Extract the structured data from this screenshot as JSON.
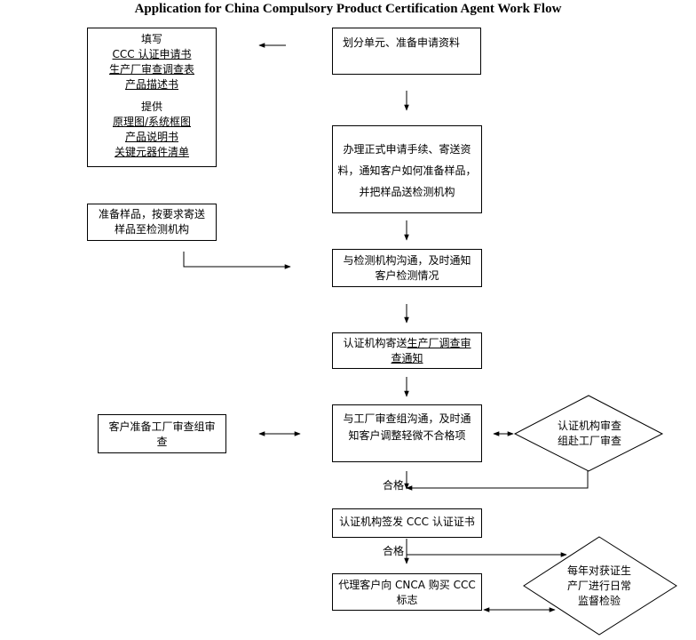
{
  "title": "Application for China Compulsory Product Certification Agent Work Flow",
  "left_form": {
    "heading_fill": "填写",
    "fill_items": [
      "CCC 认证申请书",
      "生产厂审查调查表",
      "产品描述书"
    ],
    "heading_provide": "提供",
    "provide_items": [
      "原理图/系统框图",
      "产品说明书",
      "关键元器件清单"
    ]
  },
  "left_sample": [
    "准备样品，按要求寄送",
    "样品至检测机构"
  ],
  "left_audit": [
    "客户准备工厂审查组审",
    "查"
  ],
  "steps": {
    "s1": [
      "划分单元、准备申请资料"
    ],
    "s2": [
      "办理正式申请手续、寄送资",
      "料，通知客户如何准备样品，",
      "并把样品送检测机构"
    ],
    "s3": [
      "与检测机构沟通，及时通知",
      "客户检测情况"
    ],
    "s4_prefix": "认证机构寄送",
    "s4_underlined": "生产厂调查审",
    "s4_line2": "查通知",
    "s5": [
      "与工厂审查组沟通，及时通",
      "知客户调整轻微不合格项"
    ],
    "s6": [
      "认证机构签发 CCC 认证证书"
    ],
    "s7": [
      "代理客户向 CNCA 购买 CCC",
      "标志"
    ]
  },
  "diamonds": {
    "audit": [
      "认证机构审查",
      "组赴工厂审查"
    ],
    "supervision": [
      "每年对获证生",
      "产厂进行日常",
      "监督检验"
    ]
  },
  "labels": {
    "pass1": "合格",
    "pass2": "合格"
  }
}
